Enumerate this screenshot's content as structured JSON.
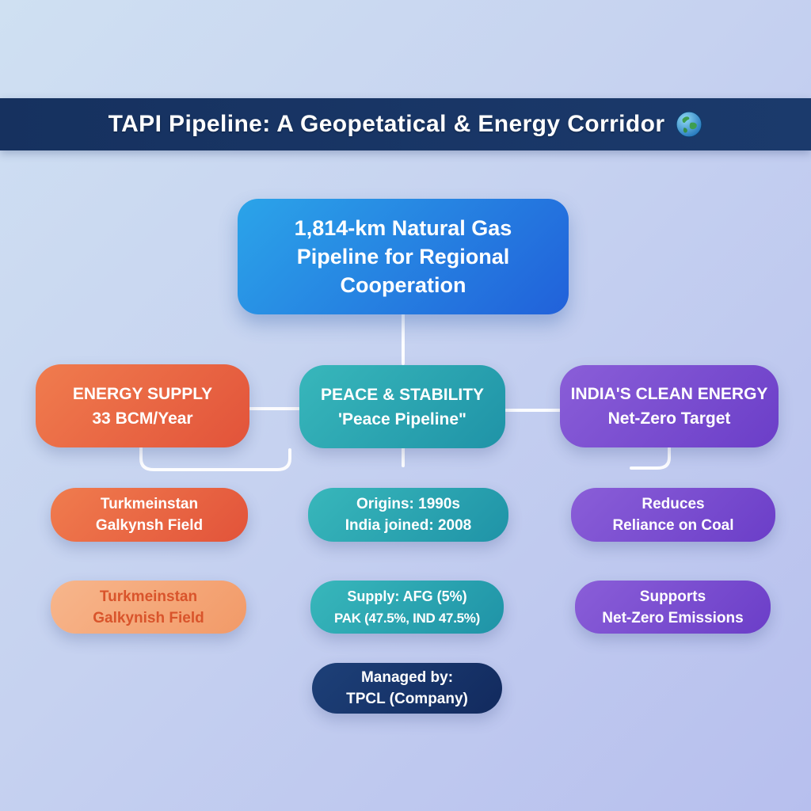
{
  "header": {
    "title": "TAPI Pipeline: A Geopetatical & Energy Corridor",
    "icon": "globe"
  },
  "main_box": {
    "lines": [
      "1,814-km Natural Gas",
      "Pipeline for Regional",
      "Cooperation"
    ]
  },
  "columns": [
    {
      "id": "energy-supply",
      "header": {
        "line1": "ENERGY SUPPLY",
        "line2": "33 BCM/Year"
      },
      "items": [
        {
          "line1": "Turkmeinstan",
          "line2": "Galkynsh Field"
        },
        {
          "line1": "Turkmeinstan",
          "line2": "Galkynish Field"
        }
      ]
    },
    {
      "id": "peace-stability",
      "header": {
        "line1": "PEACE & STABILITY",
        "line2": "'Peace Pipeline\""
      },
      "items": [
        {
          "line1": "Origins: 1990s",
          "line2": "India joined: 2008"
        },
        {
          "line1": "Supply: AFG (5%)",
          "line2": "PAK (47.5%, IND 47.5%)"
        },
        {
          "line1": "Managed by:",
          "line2": "TPCL (Company)"
        }
      ]
    },
    {
      "id": "clean-energy",
      "header": {
        "line1": "INDIA'S CLEAN ENERGY",
        "line2": "Net-Zero Target"
      },
      "items": [
        {
          "line1": "Reduces",
          "line2": "Reliance on Coal"
        },
        {
          "line1": "Supports",
          "line2": "Net-Zero Emissions"
        }
      ]
    }
  ],
  "colors": {
    "navy_band": "#16315f",
    "blue_main_a": "#2ba4e9",
    "blue_main_b": "#2161da",
    "orange_a": "#f07c4e",
    "orange_b": "#e2533a",
    "orange_light_a": "#f7b68c",
    "orange_light_b": "#f29a68",
    "orange_text": "#d9542b",
    "teal_a": "#38b7bb",
    "teal_b": "#1f93a7",
    "purple_a": "#8a5ed8",
    "purple_b": "#6b3ec8",
    "navy_a": "#1d4078",
    "navy_b": "#122a5e",
    "bg_a": "#cfe0f2",
    "bg_b": "#b7bfee",
    "connector": "#ffffff"
  }
}
